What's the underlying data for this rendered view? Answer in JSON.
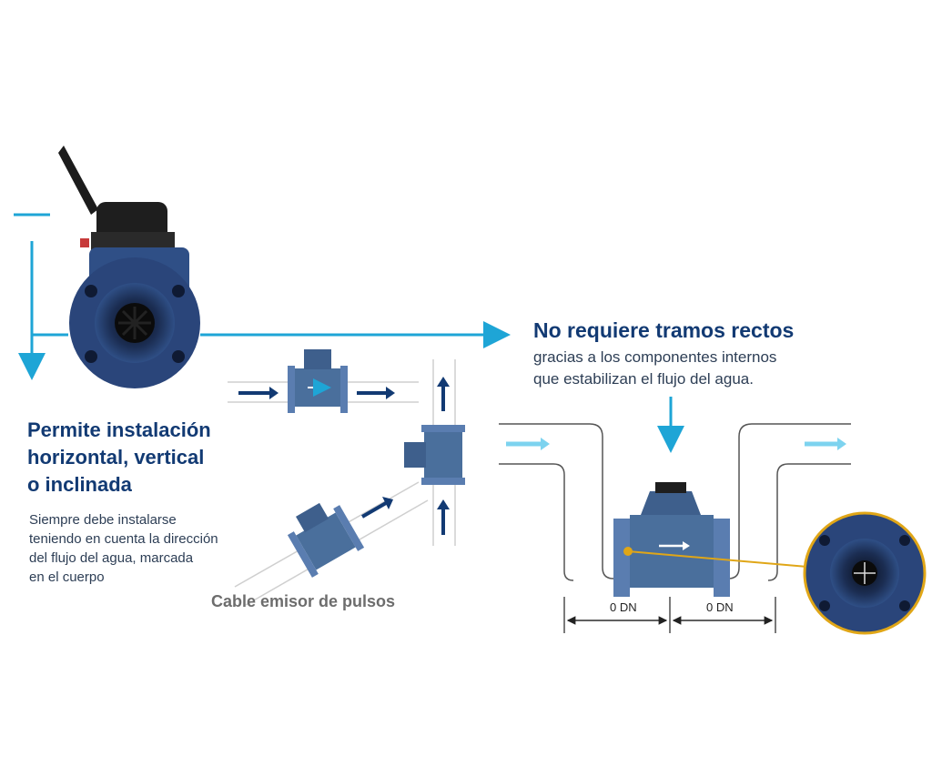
{
  "colors": {
    "accent_cyan": "#1ea5d6",
    "light_cyan": "#7dd3ef",
    "navy": "#123a73",
    "meter_body": "#4a6f9c",
    "meter_dark": "#1b2d52",
    "leader_line": "#e0a617"
  },
  "icons": [
    "water-meter-photo",
    "flow-arrow",
    "pipe-outline",
    "dimension-arrow"
  ],
  "left_block": {
    "title_lines": [
      "Permite instalación",
      "horizontal, vertical",
      "o inclinada"
    ],
    "body_lines": [
      "Siempre debe instalarse",
      "teniendo en cuenta la dirección",
      "del flujo del agua, marcada",
      "en el cuerpo"
    ]
  },
  "cable_label": "Cable emisor de pulsos",
  "right_block": {
    "title": "No requiere tramos rectos",
    "body_lines": [
      "gracias a los componentes internos",
      "que estabilizan el flujo del agua."
    ]
  },
  "dimensions": {
    "left_label": "0 DN",
    "right_label": "0 DN"
  }
}
